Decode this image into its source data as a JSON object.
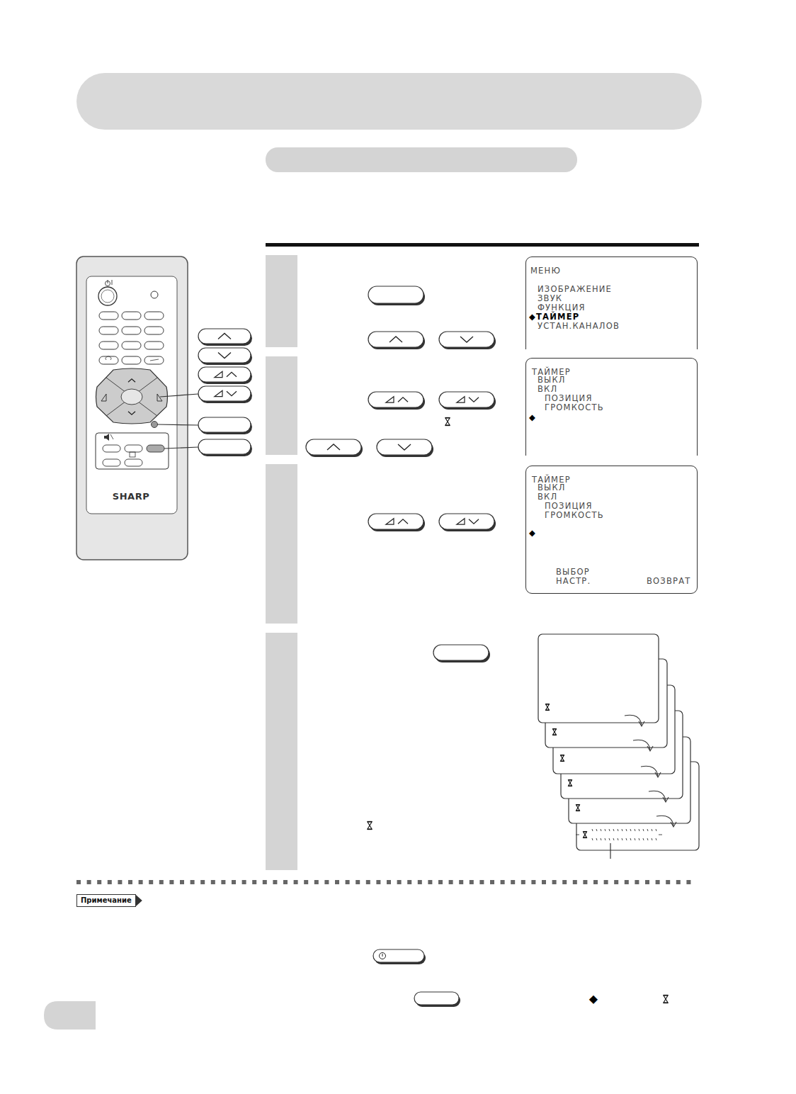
{
  "diagram": {
    "nodes": [
      {
        "text": [
          "МЕНЮ",
          "ИЗОБРАЖЕНИЕ",
          "ЗВУК",
          "ФУНКЦИЯ",
          "◆ТАЙМЕР",
          "УСТАН.КАНАЛОВ"
        ]
      },
      {
        "text": [
          "ТАЙМЕР",
          "ВЫКЛ",
          "ВКЛ",
          "ПОЗИЦИЯ",
          "ГРОМКОСТЬ",
          "◆"
        ]
      },
      {
        "text": [
          "ТАЙМЕР",
          "ВЫКЛ",
          "ВКЛ",
          "ПОЗИЦИЯ",
          "ГРОМКОСТЬ",
          "◆",
          "ВЫБОР",
          "НАСТР.",
          "ВОЗВРАТ"
        ]
      },
      {
        "text": [
          "Примечание"
        ]
      }
    ],
    "labels": [
      "SHARP",
      "◆"
    ]
  }
}
